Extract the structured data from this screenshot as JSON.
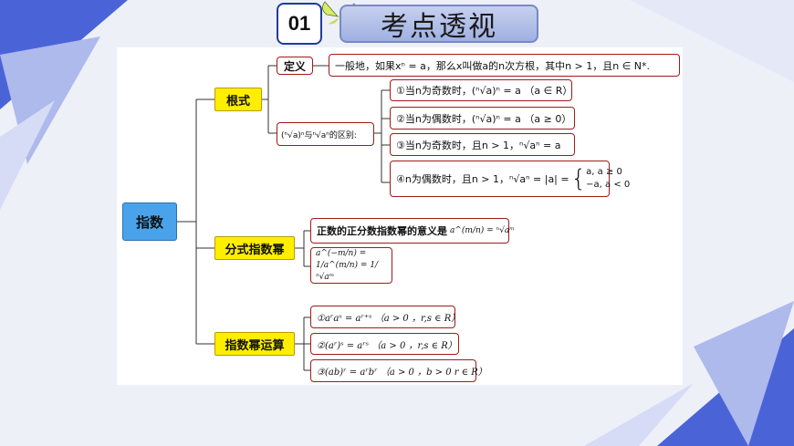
{
  "header": {
    "number": "01",
    "title": "考点透视"
  },
  "mindmap": {
    "root": "指数",
    "root_section": {
      "label": "根式",
      "definition_label": "定义",
      "definition_text": "一般地，如果xⁿ = a，那么x叫做a的n次方根，其中n > 1，且n ∈ N*.",
      "difference_label": "(ⁿ√a)ⁿ与ⁿ√aⁿ的区别:",
      "cases": [
        "①当n为奇数时，(ⁿ√a)ⁿ = a （a ∈ R）",
        "②当n为偶数时，(ⁿ√a)ⁿ = a （a ≥ 0）",
        "③当n为奇数时，且n > 1，ⁿ√aⁿ = a",
        "④n为偶数时，且n > 1，ⁿ√aⁿ = |a| ="
      ],
      "piecewise": [
        "a, a ≥ 0",
        "−a, a < 0"
      ]
    },
    "fraction_section": {
      "label": "分式指数幂",
      "meaning": "正数的正分数指数幂的意义是",
      "meaning_formula": "a^(m/n) = ⁿ√aᵐ",
      "negative_formula": "a^(−m/n) = 1/a^(m/n) = 1/ⁿ√aᵐ"
    },
    "operation_section": {
      "label": "指数幂运算",
      "rules": [
        "①aʳaˢ = aʳ⁺ˢ （a > 0 ，r,s ∈ R）",
        "②(aʳ)ˢ = aʳˢ （a > 0 ，r,s ∈ R）",
        "③(ab)ʳ = aʳbʳ （a > 0 ，b > 0 r ∈ R）"
      ]
    }
  },
  "colors": {
    "root_fill": "#4aa3ea",
    "branch_fill": "#ffee00",
    "box_border": "#a11a1a",
    "connector": "#333333"
  }
}
